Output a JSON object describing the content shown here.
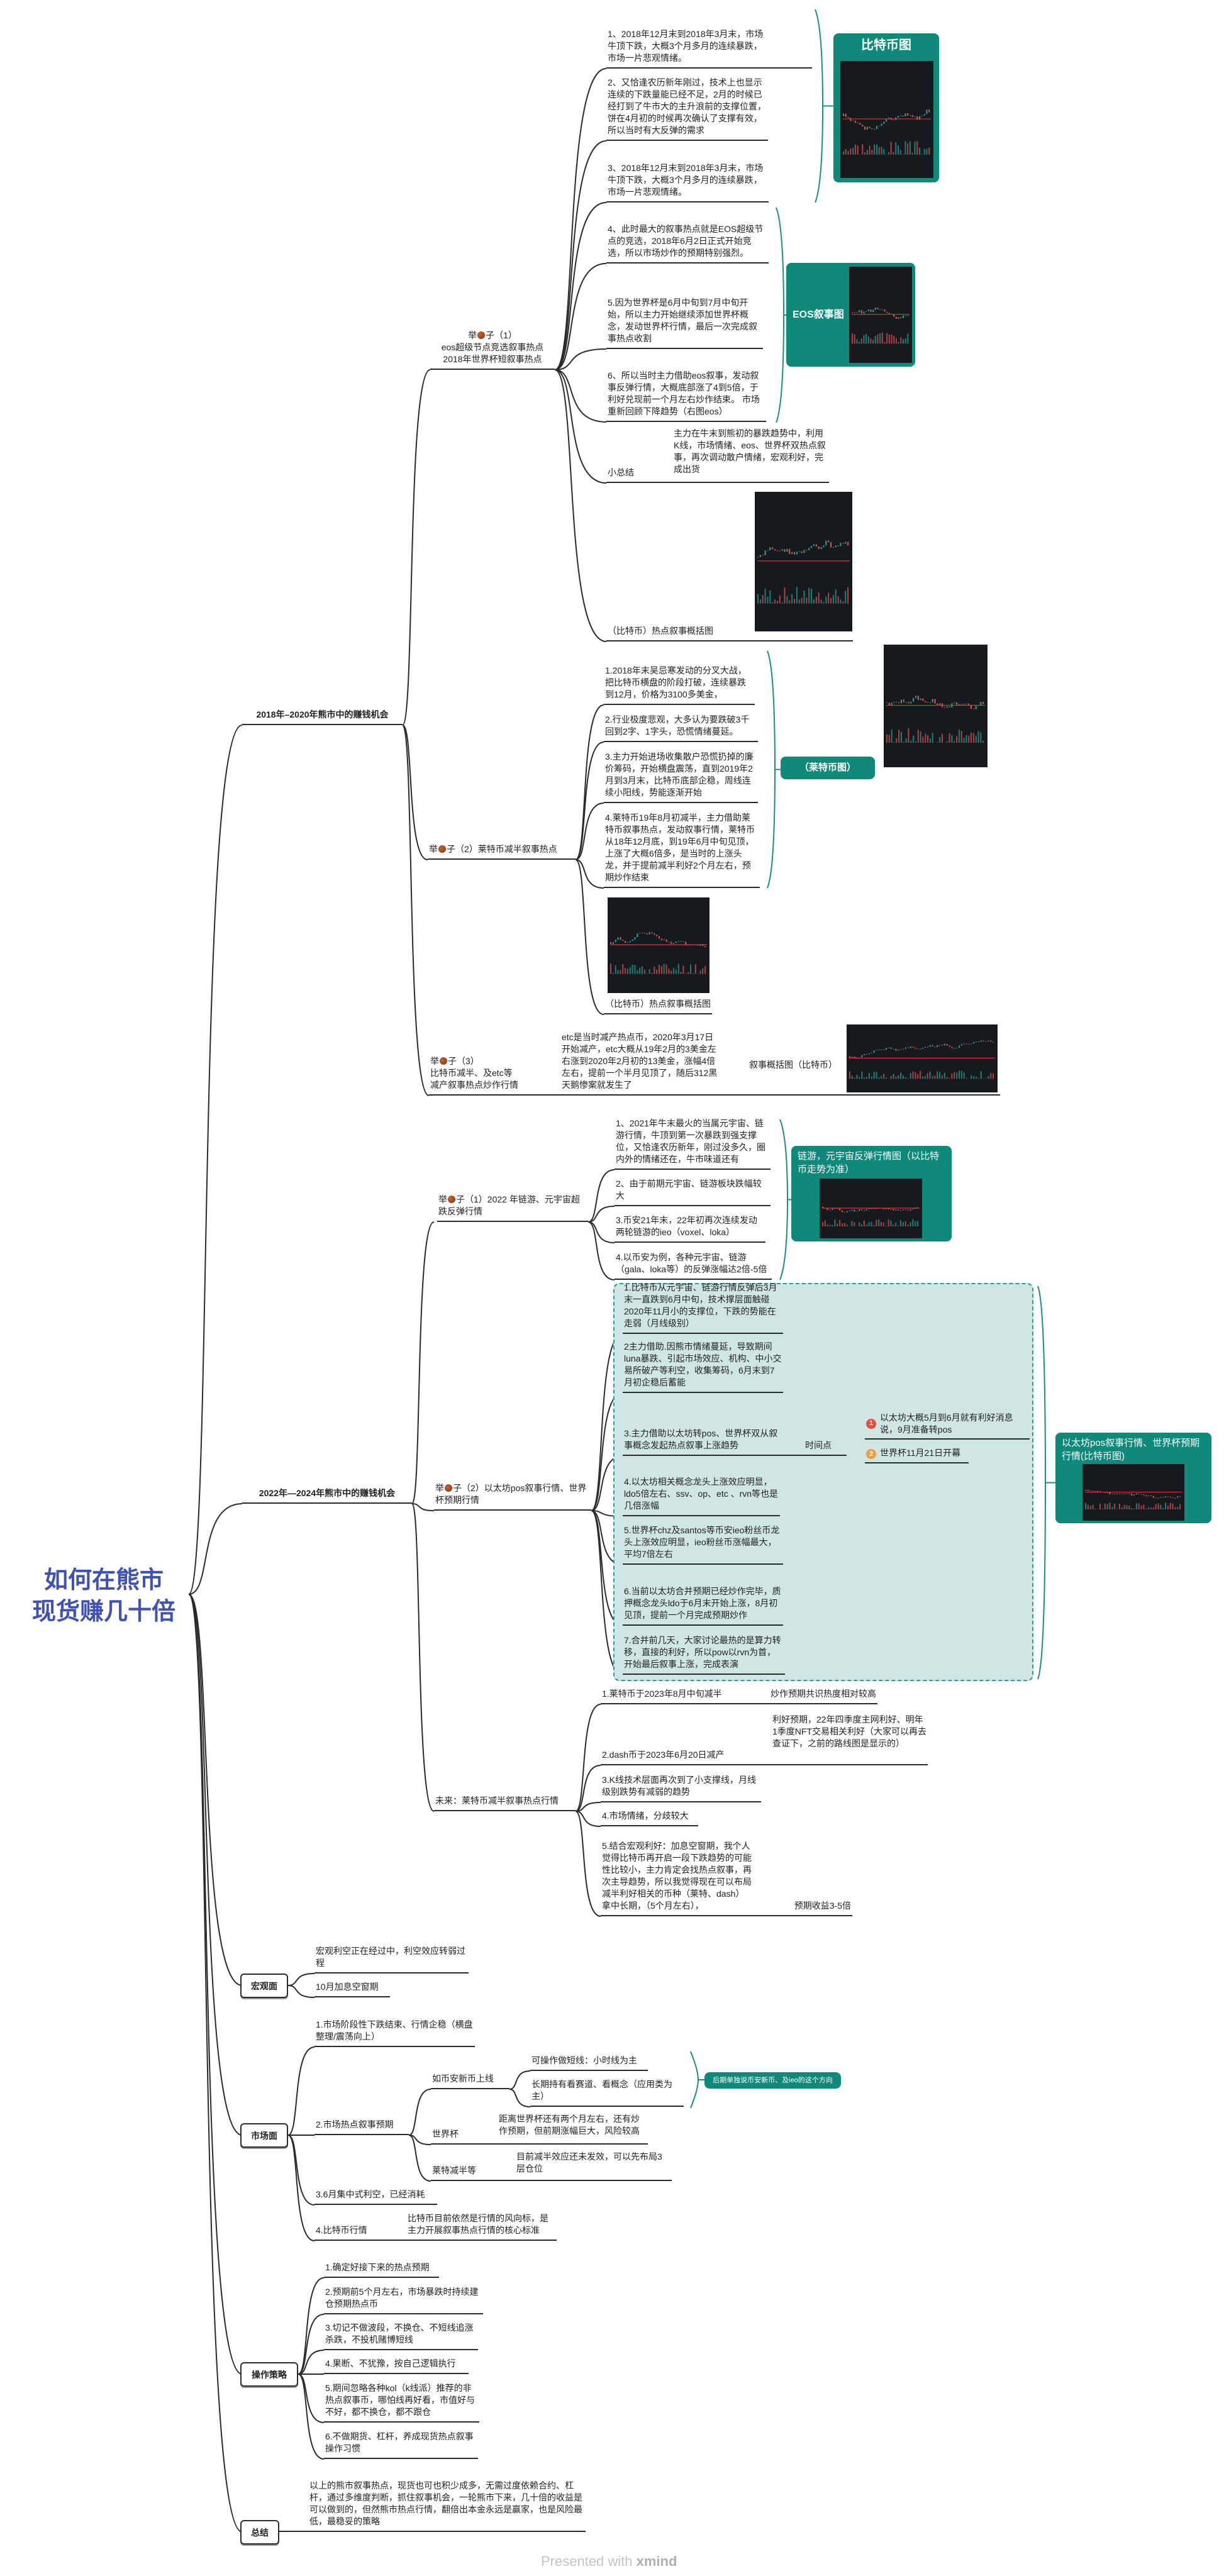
{
  "root": {
    "title_line1": "如何在熊市",
    "title_line2": "现货赚几十倍"
  },
  "b1": {
    "label": "2018年–2020年熊市中的赚钱机会",
    "ex1": {
      "prefix": "举",
      "suffix": "子（1）",
      "line2": "eos超级节点竞选叙事热点",
      "line3": "2018年世界杯短叙事热点",
      "items": [
        "1、2018年12月末到2018年3月末，市场牛顶下跌，大概3个月多月的连续暴跌，市场一片悲观情绪。",
        "2、又恰逢农历新年刚过，技术上也显示连续的下跌量能已经不足，2月的时候已经打到了牛市大的主升浪前的支撑位置，饼在4月初的时候再次确认了支撑有效，所以当时有大反弹的需求",
        "3、2018年12月末到2018年3月末，市场牛顶下跌，大概3个月多月的连续暴跌，市场一片悲观情绪。",
        "4、此时最大的叙事热点就是EOS超级节点的竞选，2018年6月2日正式开始竞选，所以市场炒作的预期特别强烈。",
        "5.因为世界杯是6月中旬到7月中旬开始，所以主力开始继续添加世界杯概念，发动世界杯行情，最后一次完成叙事热点收割",
        "6、所以当时主力借助eos叙事，发动叙事反弹行情，大概底部涨了4到5倍，于利好兑现前一个月左右炒作结束。 市场重新回顾下降趋势（右图eos）"
      ],
      "summary_label": "小总结",
      "summary_text": "主力在牛末到熊初的暴跌趋势中，利用K线，市场情绪、eos、世界杯双热点叙事，再次调动散户情绪，宏观利好，完成出货",
      "chart_caption": "（比特币）热点叙事概括图",
      "btc_card": "比特币图",
      "eos_card": "EOS叙事图"
    },
    "ex2": {
      "prefix": "举",
      "suffix": "子（2）莱特币减半叙事热点",
      "items": [
        "1.2018年末吴忌寒发动的分叉大战，把比特币横盘的阶段打破，连续暴跌到12月，价格为3100多美金，",
        "2.行业极度悲观，大多认为要跌破3千回到2字、1字头，恐慌情绪蔓延。",
        "3.主力开始进场收集散户恐慌扔掉的廉价筹码，开始横盘震荡，直到2019年2月到3月末，比特币底部企稳，周线连续小阳线，势能逐渐开始",
        "4.莱特币19年8月初减半，主力借助莱特币叙事热点，发动叙事行情，莱特币从18年12月底，到19年6月中旬见顶，上涨了大概6倍多，是当时的上涨头龙，并于提前减半利好2个月左右，预期炒作结束"
      ],
      "chart_caption": "（比特币）热点叙事概括图",
      "ltc_card": "（莱特币图）"
    },
    "ex3": {
      "prefix": "举",
      "suffix": "子（3）",
      "line2": "比特币减半、及etc等",
      "line3": "减产叙事热点炒作行情",
      "text": "etc是当时减产热点币，2020年3月17日开始减产，etc大概从19年2月的3美金左右涨到2020年2月初的13美金，涨幅4倍左右，提前一个半月见顶了，随后312黑天鹅惨案就发生了",
      "caption": "叙事概括图（比特币）"
    }
  },
  "b2": {
    "label": "2022年—2024年熊市中的赚钱机会",
    "ex1": {
      "prefix": "举",
      "suffix": "子（1）2022 年链游、元宇宙超跌反弹行情",
      "items": [
        "1、2021年牛末最火的当属元宇宙、链游行情，牛顶到第一次暴跌到强支撑位，又恰逢农历新年，刚过没多久，圈内外的情绪还在，牛市味道还有",
        "2、由于前期元宇宙、链游板块跌幅较大",
        "3.币安21年末，22年初再次连续发动两轮链游的ieo（voxel、loka）",
        "4.以币安为例，各种元宇宙、链游（gala、loka等）的反弹涨幅达2倍-5倍"
      ],
      "card": "链游，元宇宙反弹行情图（以比特币走势为准）"
    },
    "ex2": {
      "prefix": "举",
      "suffix": "子（2）以太坊pos叙事行情、世界杯预期行情",
      "items": [
        "1.比特币从元宇宙、链游行情反弹后3月末一直跌到6月中旬，技术撑层面触碰2020年11月小的支撑位，下跌的势能在走弱（月线级别）",
        "2主力借助.因熊市情绪蔓延，导致期间luna暴跌、引起市场效应、机构、中小交易所破产等利空，收集筹码，6月末到7月初企稳后蓄能",
        "3.主力借助以太坊转pos、世界杯双从叙事概念发起热点叙事上涨趋势",
        "4.以太坊相关概念龙头上涨效应明显，ldo5倍左右、ssv、op、etc 、rvn等也是几倍涨幅",
        "5.世界杯chz及santos等币安ieo粉丝币龙头上涨效应明显，ieo粉丝币涨幅最大，平均7倍左右",
        "6.当前以太坊合并预期已经炒作完毕，质押概念龙头ldo于6月末开始上涨，8月初见顶，提前一个月完成预期炒作",
        "7.合并前几天，大家讨论最热的是算力转移，直接的利好，所以pow以rvn为首，开始最后叙事上涨，完成表演"
      ],
      "timepoint_label": "时间点",
      "timepoints": [
        {
          "marker": "1",
          "text": "以太坊大概5月到6月就有利好消息说，9月准备转pos"
        },
        {
          "marker": "2",
          "text": "世界杯11月21日开幕"
        }
      ],
      "card": "以太坊pos叙事行情、世界杯预期行情(比特币图)"
    },
    "future": {
      "label": "未来：莱特币减半叙事热点行情",
      "items": [
        {
          "text": "1.莱特币于2023年8月中旬减半",
          "note": "炒作预期共识热度相对较高"
        },
        {
          "text": "2.dash币于2023年6月20日减产",
          "note": "利好预期，22年四季度主网利好、明年1季度NFT交易相关利好（大家可以再去查证下，之前的路线图是显示的）"
        },
        {
          "text": "3.K线技术层面再次到了小支撑线，月线级别跌势有减弱的趋势"
        },
        {
          "text": "4.市场情绪，分歧较大"
        },
        {
          "text": "5.结合宏观利好：加息空窗期，我个人觉得比特币再开启一段下跌趋势的可能性比较小，主力肯定会找热点叙事，再次主导趋势，所以我觉得现在可以布局减半利好相关的币种（莱特、dash）拿中长期，（5个月左右），",
          "note": "预期收益3-5倍"
        }
      ]
    }
  },
  "macro": {
    "label": "宏观面",
    "items": [
      "宏观利空正在经过中，利空效应转弱过程",
      "10月加息空窗期"
    ]
  },
  "market": {
    "label": "市场面",
    "item1": "1.市场阶段性下跌结束、行情企稳（横盘整理/震荡向上）",
    "item2": {
      "label": "2.市场热点叙事预期",
      "binance": {
        "label": "如币安新币上线",
        "a": "可操作做短线：小时线为主",
        "b": "长期持有看赛道、看概念（应用类为主）",
        "card": "后期单独说币安新币、及ieo的这个方向"
      },
      "worldcup": {
        "label": "世界杯",
        "note": "距离世界杯还有两个月左右，还有炒作预期，但前期涨幅巨大，风险较高"
      },
      "halving": {
        "label": "莱特减半等",
        "note": "目前减半效应还未发效，可以先布局3层仓位"
      }
    },
    "item3": "3.6月集中式利空，已经消耗",
    "item4": {
      "label": "4.比特币行情",
      "note": "比特币目前依然是行情的风向标，是主力开展叙事热点行情的核心标准"
    }
  },
  "strategy": {
    "label": "操作策略",
    "items": [
      "1.确定好接下来的热点预期",
      "2.预期前5个月左右，市场暴跌时持续建仓预期热点币",
      "3.切记不做波段，不换仓、不短线追涨杀跌，不投机赌博短线",
      "4.果断、不犹豫，按自己逻辑执行",
      "5.期间忽略各种kol（k线派）推荐的非热点叙事币，哪怕线再好看，市值好与不好，都不换仓，都不跟仓",
      "6.不做期货、杠杆，养成现货热点叙事操作习惯"
    ]
  },
  "summary": {
    "label": "总结",
    "text": "以上的熊市叙事热点，现货也可也积少成多，无需过度依赖合约、杠杆，通过多维度判断，抓住叙事机会，一轮熊市下来，几十倍的收益是可以做到的，但然熊市热点行情，翻倍出本金永远是赢家，也是风险最低，最稳妥的策略"
  },
  "footer": {
    "presented": "Presented with ",
    "brand": "xmind"
  },
  "colors": {
    "accent": "#0f8a7a",
    "root": "#3f51b5",
    "region": "#cfe6e4",
    "badge1": "#e84c3d",
    "badge2": "#f59b3a"
  }
}
